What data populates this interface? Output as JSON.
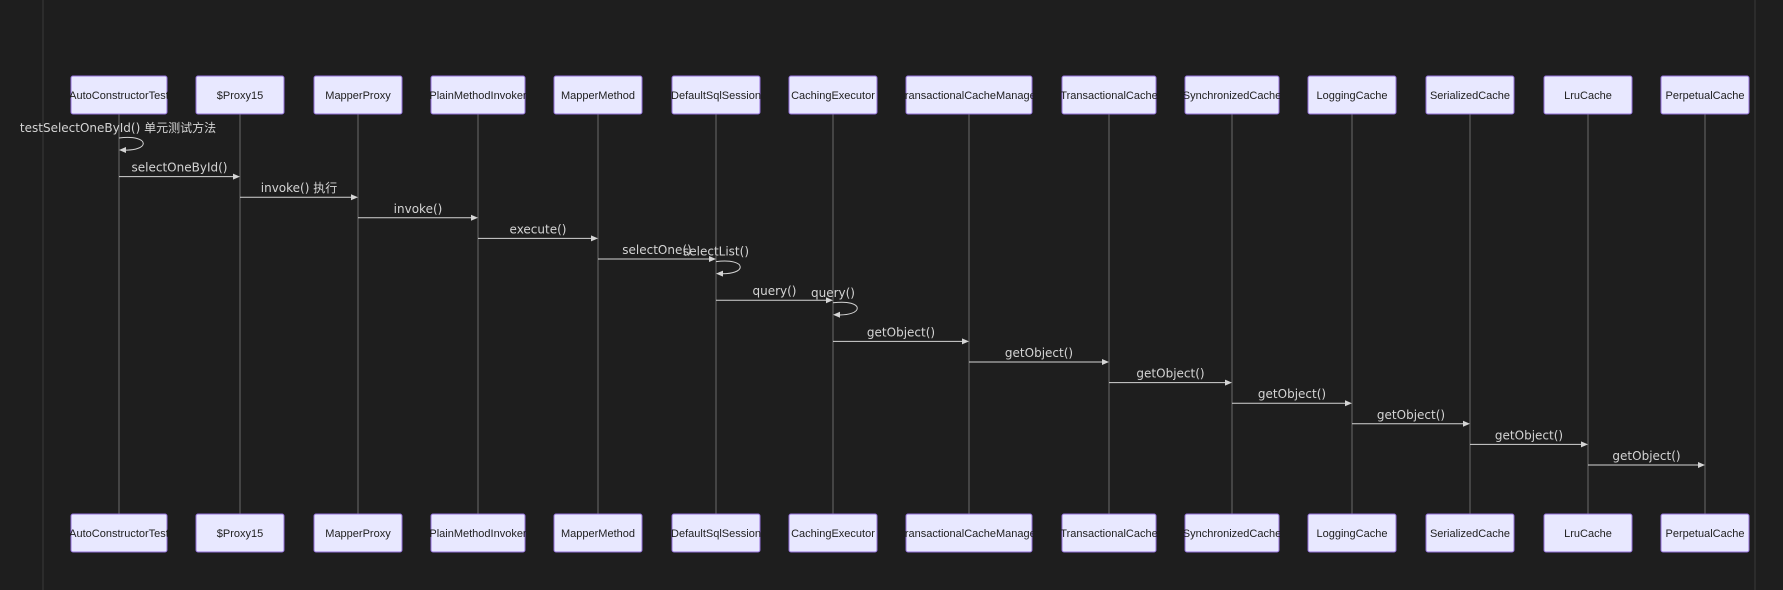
{
  "diagram": {
    "type": "sequence",
    "participants": [
      "AutoConstructorTest",
      "$Proxy15",
      "MapperProxy",
      "PlainMethodInvoker",
      "MapperMethod",
      "DefaultSqlSession",
      "CachingExecutor",
      "TransactionalCacheManager",
      "TransactionalCache",
      "SynchronizedCache",
      "LoggingCache",
      "SerializedCache",
      "LruCache",
      "PerpetualCache"
    ],
    "messages": [
      {
        "from": 0,
        "to": 0,
        "label": "testSelectOneById() 单元测试方法"
      },
      {
        "from": 0,
        "to": 1,
        "label": "selectOneById()"
      },
      {
        "from": 1,
        "to": 2,
        "label": "invoke() 执行"
      },
      {
        "from": 2,
        "to": 3,
        "label": "invoke()"
      },
      {
        "from": 3,
        "to": 4,
        "label": "execute()"
      },
      {
        "from": 4,
        "to": 5,
        "label": "selectOne()"
      },
      {
        "from": 5,
        "to": 5,
        "label": "selectList()"
      },
      {
        "from": 5,
        "to": 6,
        "label": "query()"
      },
      {
        "from": 6,
        "to": 6,
        "label": "query()"
      },
      {
        "from": 6,
        "to": 7,
        "label": "getObject()"
      },
      {
        "from": 7,
        "to": 8,
        "label": "getObject()"
      },
      {
        "from": 8,
        "to": 9,
        "label": "getObject()"
      },
      {
        "from": 9,
        "to": 10,
        "label": "getObject()"
      },
      {
        "from": 10,
        "to": 11,
        "label": "getObject()"
      },
      {
        "from": 11,
        "to": 12,
        "label": "getObject()"
      },
      {
        "from": 12,
        "to": 13,
        "label": "getObject()"
      }
    ]
  }
}
